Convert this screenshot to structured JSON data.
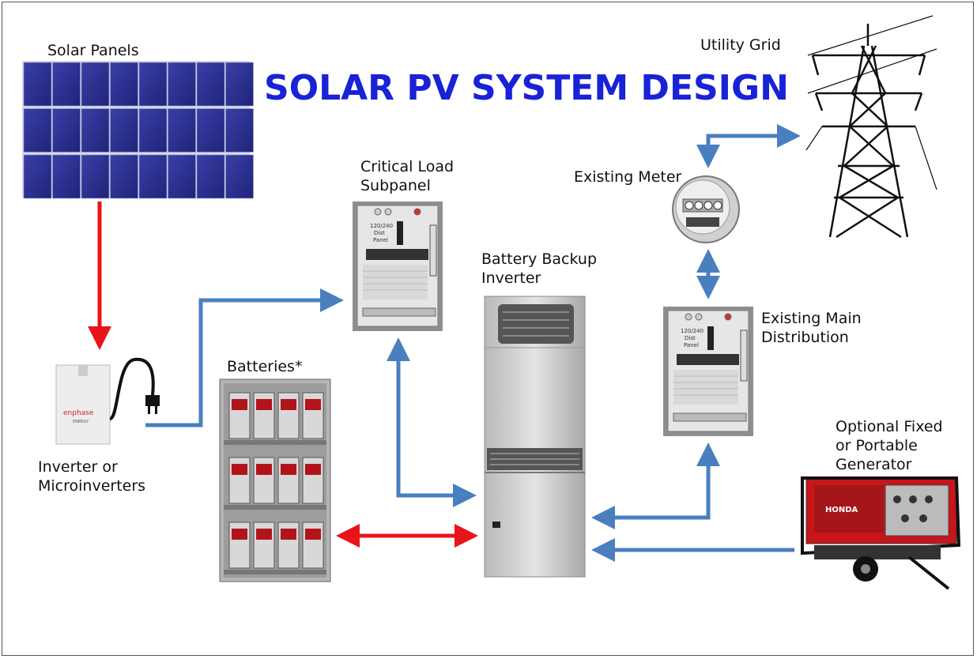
{
  "title": "SOLAR PV SYSTEM DESIGN",
  "labels": {
    "solar_panels": "Solar Panels",
    "utility_grid": "Utility Grid",
    "critical_load_1": "Critical Load",
    "critical_load_2": "Subpanel",
    "existing_meter": "Existing Meter",
    "battery_backup_1": "Battery Backup",
    "battery_backup_2": "Inverter",
    "existing_main_1": "Existing Main",
    "existing_main_2": "Distribution",
    "batteries": "Batteries*",
    "inverter_1": "Inverter or",
    "inverter_2": "Microinverters",
    "generator_1": "Optional Fixed",
    "generator_2": "or Portable",
    "generator_3": "Generator"
  },
  "device_text": {
    "panel_rating": "120/240",
    "panel_dist": "Dist",
    "panel_word": "Panel",
    "brand_enphase": "enphase",
    "brand_enphase_sub": "ENERGY",
    "brand_honda": "HONDA"
  },
  "colors": {
    "title": "#1a22d6",
    "ac_arrow": "#4a7fbf",
    "dc_arrow": "#e8141b",
    "panel_cell": "#2a2f8f"
  }
}
